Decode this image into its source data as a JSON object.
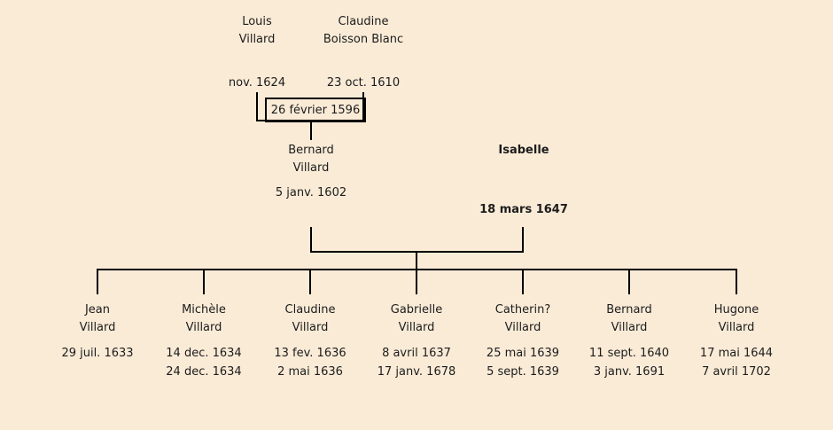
{
  "colors": {
    "background": "#faebd7",
    "line": "#000000",
    "text": "#1c1c1c"
  },
  "generation1": {
    "father": {
      "first": "Louis",
      "last": "Villard",
      "date": "nov. 1624"
    },
    "mother": {
      "first": "Claudine",
      "last": "Boisson Blanc",
      "date": "23 oct. 1610"
    },
    "marriage_date": "26 février 1596"
  },
  "generation2": {
    "father": {
      "first": "Bernard",
      "last": "Villard",
      "date": "5 janv. 1602"
    },
    "mother": {
      "name": "Isabelle",
      "date": "18 mars 1647"
    }
  },
  "children": [
    {
      "first": "Jean",
      "last": "Villard",
      "date1": "29 juil. 1633",
      "date2": ""
    },
    {
      "first": "Michèle",
      "last": "Villard",
      "date1": "14 dec. 1634",
      "date2": "24 dec. 1634"
    },
    {
      "first": "Claudine",
      "last": "Villard",
      "date1": "13 fev. 1636",
      "date2": "2 mai 1636"
    },
    {
      "first": "Gabrielle",
      "last": "Villard",
      "date1": "8 avril 1637",
      "date2": "17 janv. 1678"
    },
    {
      "first": "Catherin?",
      "last": "Villard",
      "date1": "25 mai 1639",
      "date2": "5 sept. 1639"
    },
    {
      "first": "Bernard",
      "last": "Villard",
      "date1": "11 sept. 1640",
      "date2": "3 janv. 1691"
    },
    {
      "first": "Hugone",
      "last": "Villard",
      "date1": "17 mai 1644",
      "date2": "7 avril 1702"
    }
  ]
}
